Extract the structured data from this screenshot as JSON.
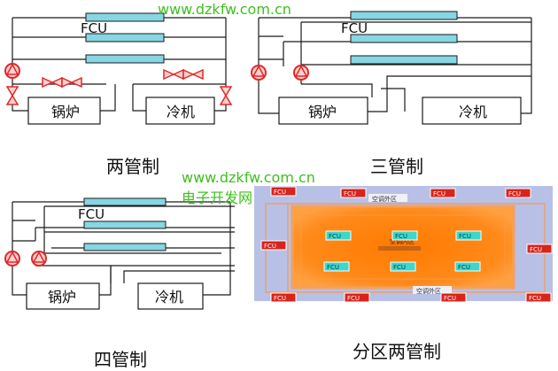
{
  "watermark": {
    "url_top": "www.dzkfw.com.cn",
    "url_mid": "www.dzkfw.com.cn",
    "site_name": "电子开发网"
  },
  "diagrams": {
    "two_pipe": {
      "caption": "两管制",
      "fcu": "FCU",
      "boiler": "锅炉",
      "chiller": "冷机"
    },
    "three_pipe": {
      "caption": "三管制",
      "fcu": "FCU",
      "boiler": "锅炉",
      "chiller": "冷机"
    },
    "four_pipe": {
      "caption": "四管制",
      "fcu": "FCU",
      "boiler": "锅炉",
      "chiller": "冷机"
    },
    "zoned": {
      "caption": "分区两管制",
      "fcu": "FCU",
      "outer_zone_top": "空调外区",
      "outer_zone_bottom": "空调外区",
      "inner_zone": "空调内区"
    }
  },
  "colors": {
    "pipe_line": "#1a1a1a",
    "coil_fill": "#86d6e3",
    "coil_border": "#1a1a1a",
    "pump_red": "#e02828",
    "valve_red": "#e02828",
    "zone_outer": "#b8c0e6",
    "zone_inner": "#ff7a1a",
    "fcu_red": "#d8241c",
    "fcu_cyan": "#3fd6cc",
    "watermark_green": "#3fbf1f"
  }
}
